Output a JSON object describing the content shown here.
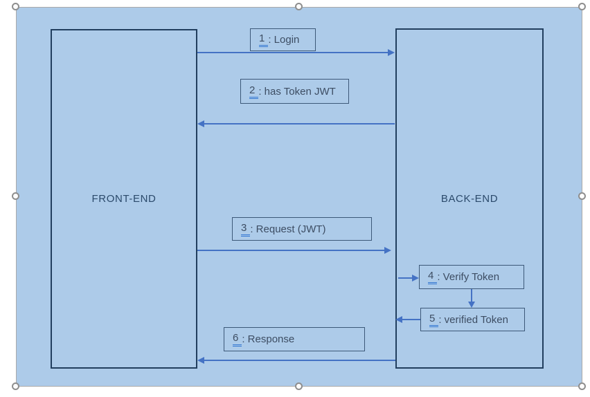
{
  "editor": {
    "selection_handles": [
      "top-left",
      "top-center",
      "top-right",
      "middle-left",
      "middle-right",
      "bottom-left",
      "bottom-center",
      "bottom-right"
    ]
  },
  "diagram": {
    "actors": [
      {
        "label": "FRONT-END"
      },
      {
        "label": "BACK-END"
      }
    ],
    "messages": [
      {
        "num": "1",
        "text": ": Login"
      },
      {
        "num": "2",
        "text": ": has Token JWT"
      },
      {
        "num": "3",
        "text": ": Request (JWT)"
      },
      {
        "num": "4",
        "text": ": Verify Token"
      },
      {
        "num": "5",
        "text": ": verified Token"
      },
      {
        "num": "6",
        "text": ": Response"
      }
    ],
    "arrows": [
      {
        "from": "FRONT-END",
        "to": "BACK-END",
        "label": "1 : Login",
        "direction": "right"
      },
      {
        "from": "BACK-END",
        "to": "FRONT-END",
        "label": "2 : has Token JWT",
        "direction": "left"
      },
      {
        "from": "FRONT-END",
        "to": "BACK-END",
        "label": "3 : Request (JWT)",
        "direction": "right"
      },
      {
        "from": "BACK-END",
        "to": "4 : Verify Token",
        "label": "",
        "direction": "right"
      },
      {
        "from": "4 : Verify Token",
        "to": "5 : verified Token",
        "label": "",
        "direction": "down"
      },
      {
        "from": "5 : verified Token",
        "to": "BACK-END",
        "label": "",
        "direction": "left"
      },
      {
        "from": "BACK-END",
        "to": "FRONT-END",
        "label": "6 : Response",
        "direction": "left"
      }
    ]
  },
  "colors": {
    "page_bg": "#ffffff",
    "canvas_bg": "#adcbe9",
    "canvas_border": "#a9a9a9",
    "actor_border": "#213e5e",
    "actor_text": "#2b4a6b",
    "label_border": "#3c5878",
    "label_text": "#3d4d63",
    "number_underline": "#3276d2",
    "arrow": "#4472c4",
    "handle_fill": "#fdfdfd",
    "handle_border": "#8e8e8e"
  }
}
